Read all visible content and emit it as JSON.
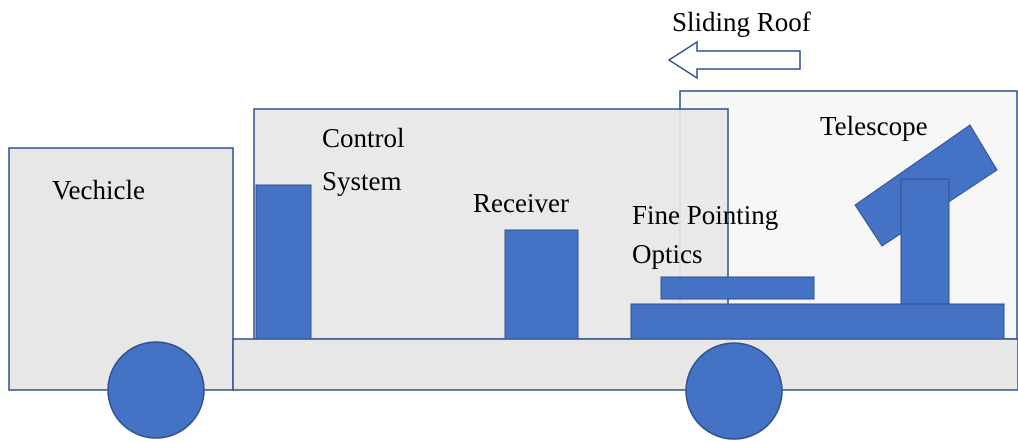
{
  "labels": {
    "sliding_roof": "Sliding Roof",
    "telescope": "Telescope",
    "control_line1": "Control",
    "control_line2": "System",
    "vehicle": "Vechicle",
    "receiver": "Receiver",
    "fine_pointing_line1": "Fine Pointing",
    "fine_pointing_line2": "Optics"
  },
  "colors": {
    "component_fill": "#4472c4",
    "component_stroke": "#2f528f",
    "body_fill": "#e7e7e7",
    "roof_fill": "#f7f7f7",
    "outline": "#2f528f"
  }
}
